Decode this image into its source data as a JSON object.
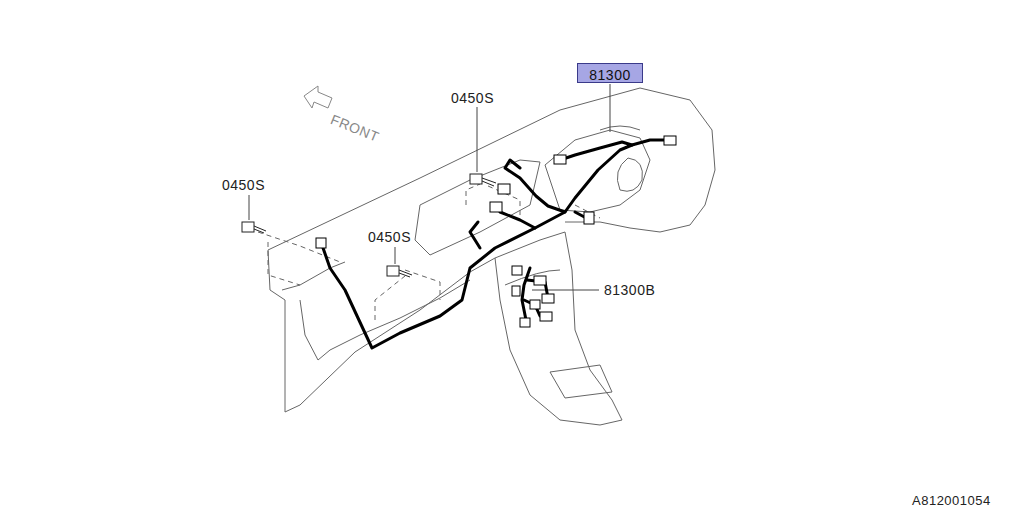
{
  "diagram": {
    "nodes": [
      {
        "text": [
          "81300"
        ]
      }
    ],
    "labels": [
      "FRONT",
      "0450S",
      "0450S",
      "0450S",
      "81300B",
      "A812001054"
    ]
  }
}
